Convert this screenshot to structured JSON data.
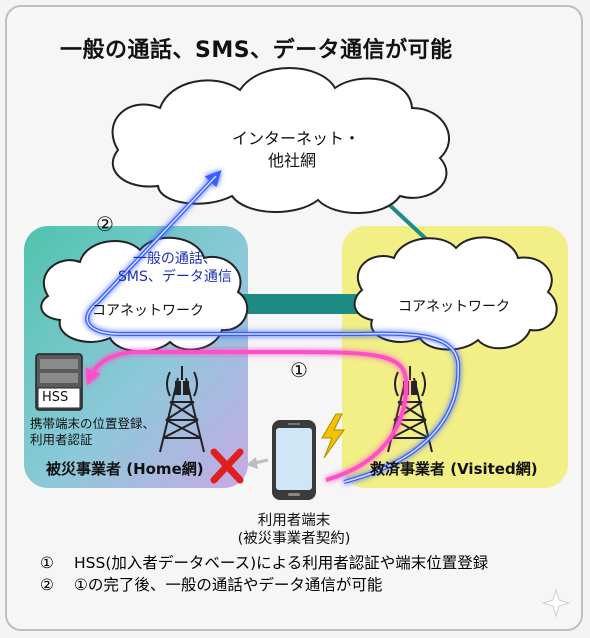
{
  "title": "一般の通話、SMS、データ通信が可能",
  "internet": {
    "line1": "インターネット・",
    "line2": "他社網"
  },
  "home": {
    "core_label": "コアネットワーク",
    "operator": "被災事業者 (Home網)"
  },
  "visited": {
    "core_label": "コアネットワーク",
    "operator": "救済事業者 (Visited網)"
  },
  "hss": {
    "label": "HSS",
    "caption_line1": "携帯端末の位置登録、",
    "caption_line2": "利用者認証"
  },
  "flow_label": {
    "line1": "一般の通話、",
    "line2": "SMS、データ通信"
  },
  "markers": {
    "one": "①",
    "two": "②"
  },
  "device": {
    "line1": "利用者端末",
    "line2": "(被災事業者契約)"
  },
  "notes": [
    {
      "num": "①",
      "text": "HSS(加入者データベース)による利用者認証や端末位置登録"
    },
    {
      "num": "②",
      "text": "①の完了後、一般の通話やデータ通信が可能"
    }
  ],
  "colors": {
    "home_bg": "#5cc6b0",
    "visited_bg": "#f2ef86",
    "core_link": "#1e8c82",
    "pink_path": "#ff4fc8",
    "blue_path": "#4a6dff",
    "cross": "#e02020",
    "flow_text": "#1f2fb8"
  },
  "icons": [
    "cell-tower-icon",
    "smartphone-icon",
    "lightning-icon",
    "server-icon",
    "cross-icon",
    "arrow-icon",
    "sparkle-icon"
  ]
}
